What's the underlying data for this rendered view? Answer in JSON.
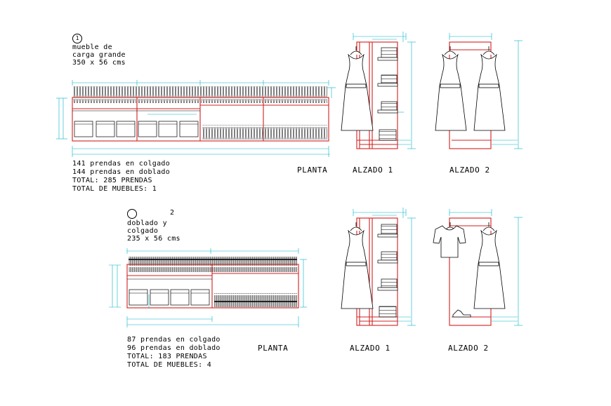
{
  "module1": {
    "number": "1",
    "header": [
      "mueble de",
      "carga grande",
      "350 x 56 cms"
    ],
    "stats": [
      "141 prendas en colgado",
      "144 prendas en doblado",
      "TOTAL: 285 PRENDAS",
      "TOTAL DE MUEBLES: 1"
    ],
    "plan_label": "PLANTA",
    "elev1_label": "ALZADO 1",
    "elev2_label": "ALZADO 2"
  },
  "module2": {
    "number": "2",
    "header": [
      "doblado y",
      "colgado",
      "235 x 56 cms"
    ],
    "stats": [
      "87 prendas en colgado",
      "96 prendas en doblado",
      "TOTAL: 183 PRENDAS",
      "TOTAL DE MUEBLES: 4"
    ],
    "plan_label": "PLANTA",
    "elev1_label": "ALZADO 1",
    "elev2_label": "ALZADO 2"
  },
  "colors": {
    "frame": "#d22020",
    "dimension": "#00b4c8",
    "ink": "#000000"
  }
}
